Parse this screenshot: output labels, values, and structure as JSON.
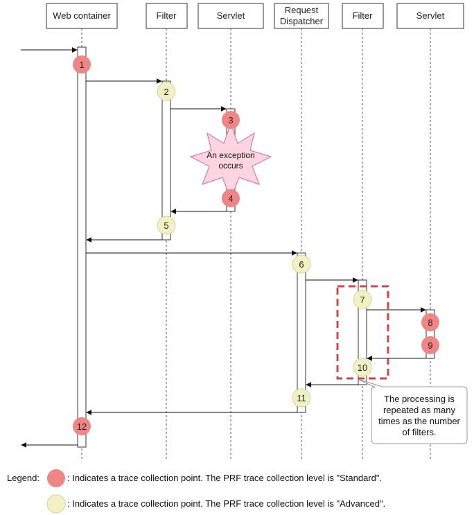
{
  "lifelines": [
    {
      "id": "web-container",
      "title_lines": [
        "Web container"
      ]
    },
    {
      "id": "filter-1",
      "title_lines": [
        "Filter"
      ]
    },
    {
      "id": "servlet-1",
      "title_lines": [
        "Servlet"
      ]
    },
    {
      "id": "request-dispatcher",
      "title_lines": [
        "Request",
        "Dispatcher"
      ]
    },
    {
      "id": "filter-2",
      "title_lines": [
        "Filter"
      ]
    },
    {
      "id": "servlet-2",
      "title_lines": [
        "Servlet"
      ]
    }
  ],
  "points": [
    {
      "label": "1",
      "level": "standard"
    },
    {
      "label": "2",
      "level": "advanced"
    },
    {
      "label": "3",
      "level": "standard"
    },
    {
      "label": "4",
      "level": "standard"
    },
    {
      "label": "5",
      "level": "advanced"
    },
    {
      "label": "6",
      "level": "advanced"
    },
    {
      "label": "7",
      "level": "advanced"
    },
    {
      "label": "8",
      "level": "standard"
    },
    {
      "label": "9",
      "level": "standard"
    },
    {
      "label": "10",
      "level": "advanced"
    },
    {
      "label": "11",
      "level": "advanced"
    },
    {
      "label": "12",
      "level": "standard"
    }
  ],
  "exception_label": [
    "An exception",
    "occurs"
  ],
  "callout_lines": [
    "The processing is",
    "repeated as many",
    "times as the number",
    "of filters."
  ],
  "legend": {
    "title": "Legend:",
    "standard": ": Indicates a trace collection point. The PRF trace collection level is \"Standard\".",
    "advanced": ": Indicates a trace collection point. The PRF trace collection level is \"Advanced\"."
  },
  "colors": {
    "standard": "#f08585",
    "advanced": "#f3f1c4",
    "advanced_stroke": "#d4d1a0",
    "loop_dash": "#d04545",
    "burst_fill": "#ffd5e2",
    "burst_stroke": "#e07a9e"
  }
}
